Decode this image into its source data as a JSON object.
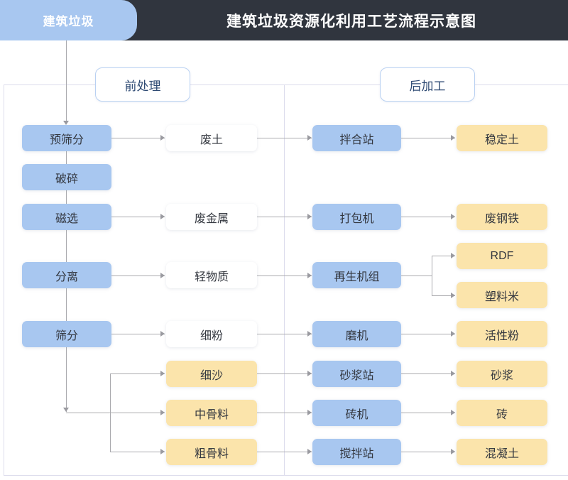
{
  "header": {
    "tab_label": "建筑垃圾",
    "title": "建筑垃圾资源化利用工艺流程示意图",
    "bar_color": "#30353e",
    "tab_color": "#a8c7f0"
  },
  "sections": {
    "pre": "前处理",
    "post": "后加工"
  },
  "colors": {
    "process_blue": "#a8c7f0",
    "product_yellow": "#fbe4ab",
    "intermediate_white": "#ffffff",
    "connector_gray": "#aaaaae",
    "panel_border": "#dcdcec"
  },
  "nodes": {
    "col1": [
      {
        "id": "pre-screen",
        "label": "预筛分",
        "type": "process"
      },
      {
        "id": "crush",
        "label": "破碎",
        "type": "process"
      },
      {
        "id": "magnetic",
        "label": "磁选",
        "type": "process"
      },
      {
        "id": "separate",
        "label": "分离",
        "type": "process"
      },
      {
        "id": "screen",
        "label": "筛分",
        "type": "process"
      }
    ],
    "col2": [
      {
        "id": "waste-soil",
        "label": "废土",
        "type": "intermediate"
      },
      {
        "id": "waste-metal",
        "label": "废金属",
        "type": "intermediate"
      },
      {
        "id": "light-matter",
        "label": "轻物质",
        "type": "intermediate"
      },
      {
        "id": "fine-powder",
        "label": "细粉",
        "type": "intermediate"
      },
      {
        "id": "fine-sand",
        "label": "细沙",
        "type": "product"
      },
      {
        "id": "mid-agg",
        "label": "中骨料",
        "type": "product"
      },
      {
        "id": "coarse-agg",
        "label": "粗骨料",
        "type": "product"
      }
    ],
    "col3": [
      {
        "id": "mix-station",
        "label": "拌合站",
        "type": "process"
      },
      {
        "id": "baler",
        "label": "打包机",
        "type": "process"
      },
      {
        "id": "regen-unit",
        "label": "再生机组",
        "type": "process"
      },
      {
        "id": "mill",
        "label": "磨机",
        "type": "process"
      },
      {
        "id": "mortar-plant",
        "label": "砂浆站",
        "type": "process"
      },
      {
        "id": "brick-machine",
        "label": "砖机",
        "type": "process"
      },
      {
        "id": "batch-plant",
        "label": "搅拌站",
        "type": "process"
      }
    ],
    "col4": [
      {
        "id": "stable-soil",
        "label": "稳定土",
        "type": "product"
      },
      {
        "id": "scrap-steel",
        "label": "废钢铁",
        "type": "product"
      },
      {
        "id": "rdf",
        "label": "RDF",
        "type": "product"
      },
      {
        "id": "plastic-pel",
        "label": "塑料米",
        "type": "product"
      },
      {
        "id": "active-powder",
        "label": "活性粉",
        "type": "product"
      },
      {
        "id": "mortar",
        "label": "砂浆",
        "type": "product"
      },
      {
        "id": "brick",
        "label": "砖",
        "type": "product"
      },
      {
        "id": "concrete",
        "label": "混凝土",
        "type": "product"
      }
    ]
  }
}
